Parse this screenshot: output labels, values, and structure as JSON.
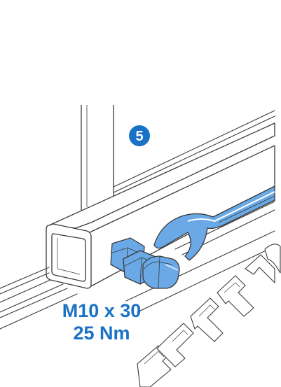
{
  "step": {
    "number": "5"
  },
  "fastener": {
    "size": "M10 x 30",
    "torque": "25 Nm"
  },
  "colors": {
    "accent": "#1a72c6",
    "part_highlight": "#6aa9e6",
    "line": "#3a3a3a",
    "outline_icons": [
      "wrench-icon",
      "bolt-icon",
      "nut-icon"
    ]
  }
}
